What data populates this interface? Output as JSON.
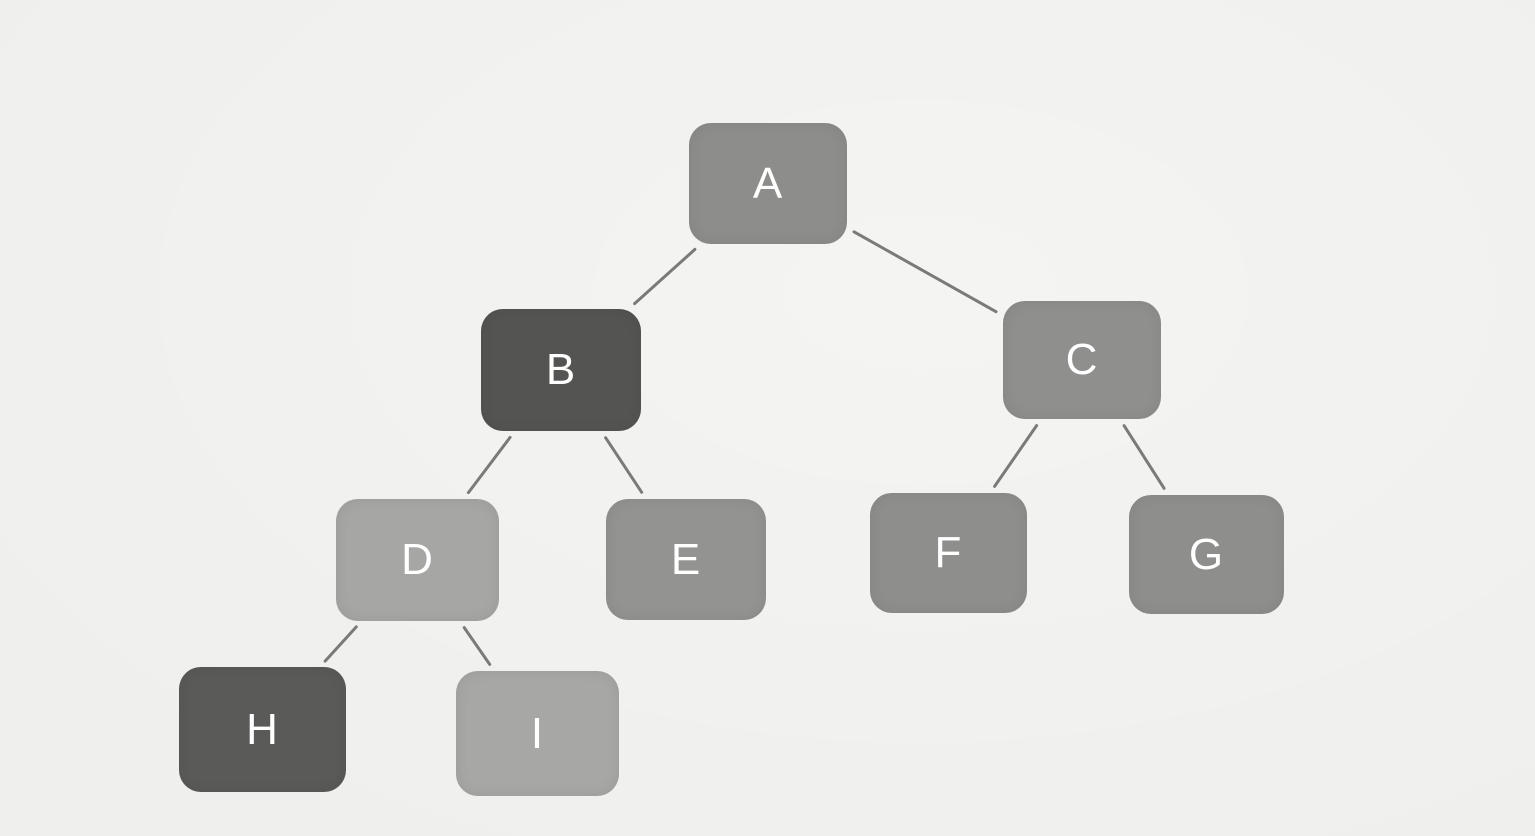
{
  "diagram": {
    "nodes": [
      {
        "id": "A",
        "label": "A",
        "color": "#8d8d8b"
      },
      {
        "id": "B",
        "label": "B",
        "color": "#545453"
      },
      {
        "id": "C",
        "label": "C",
        "color": "#8f8f8e"
      },
      {
        "id": "D",
        "label": "D",
        "color": "#a6a6a4"
      },
      {
        "id": "E",
        "label": "E",
        "color": "#939391"
      },
      {
        "id": "F",
        "label": "F",
        "color": "#8e8e8c"
      },
      {
        "id": "G",
        "label": "G",
        "color": "#8e8e8c"
      },
      {
        "id": "H",
        "label": "H",
        "color": "#5a5a59"
      },
      {
        "id": "I",
        "label": "I",
        "color": "#a7a7a5"
      }
    ],
    "edges": [
      {
        "from": "A",
        "to": "B"
      },
      {
        "from": "A",
        "to": "C"
      },
      {
        "from": "B",
        "to": "D"
      },
      {
        "from": "B",
        "to": "E"
      },
      {
        "from": "C",
        "to": "F"
      },
      {
        "from": "C",
        "to": "G"
      },
      {
        "from": "D",
        "to": "H"
      },
      {
        "from": "D",
        "to": "I"
      }
    ],
    "edge_color": "#7a7a78"
  }
}
